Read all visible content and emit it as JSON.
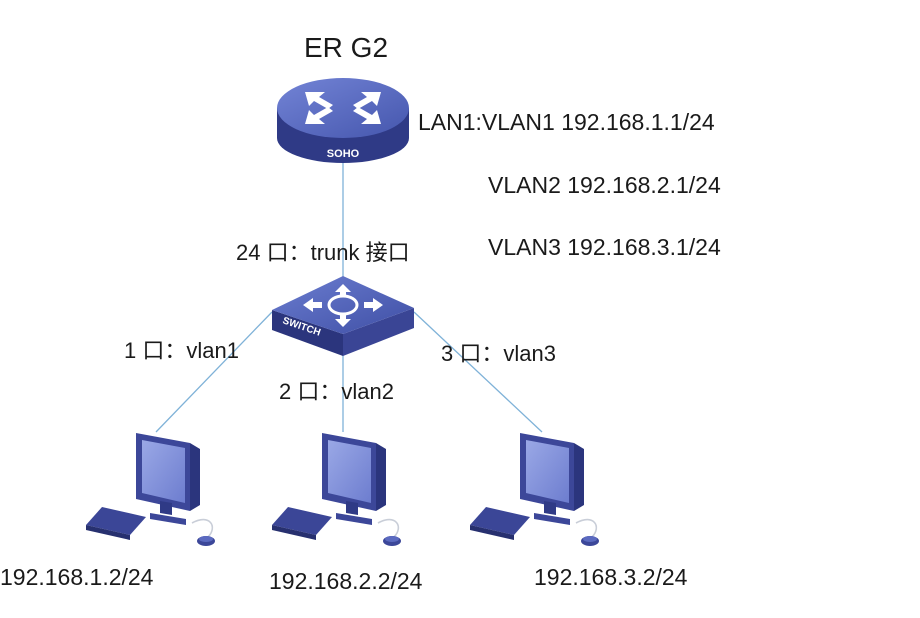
{
  "router": {
    "name": "ER G2",
    "badge": "SOHO",
    "interfaces": [
      "LAN1:VLAN1 192.168.1.1/24",
      "VLAN2 192.168.2.1/24",
      "VLAN3 192.168.3.1/24"
    ]
  },
  "switch": {
    "badge": "SWITCH",
    "uplink_port": "24 口：trunk 接口",
    "ports": [
      "1 口：vlan1",
      "2 口：vlan2",
      "3 口：vlan3"
    ]
  },
  "hosts": [
    {
      "ip": "192.168.1.2/24"
    },
    {
      "ip": "192.168.2.2/24"
    },
    {
      "ip": "192.168.3.2/24"
    }
  ],
  "colors": {
    "link": "#7fb2d8",
    "device_top": "#5a6cc0",
    "device_side": "#2f3a86",
    "monitor_screen": "#7f8fd6"
  }
}
